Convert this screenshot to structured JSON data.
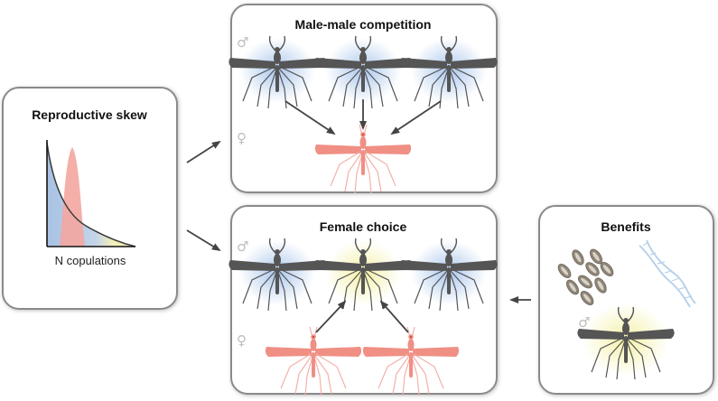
{
  "panels": {
    "skew": {
      "title": "Reproductive skew",
      "x_axis_label": "N copulations"
    },
    "competition": {
      "title": "Male-male competition"
    },
    "choice": {
      "title": "Female choice"
    },
    "benefits": {
      "title": "Benefits"
    }
  },
  "symbols": {
    "male": "♂",
    "female": "♀"
  },
  "colors": {
    "panel_border": "#8a8a8a",
    "male_body": "#555555",
    "female_body": "#f08f84",
    "blue_glow": "#8fb4e6",
    "yellow_glow": "#f3ef9c",
    "skew_red": "#f3a6a0",
    "skew_blue": "#a8c2e3",
    "skew_yellow": "#f4f0b8",
    "egg": "#8f8678",
    "dna": "#b9d2ea"
  },
  "icons": [
    "mosquito-male-icon",
    "mosquito-female-icon",
    "eggs-icon",
    "dna-icon",
    "arrow-icon"
  ]
}
